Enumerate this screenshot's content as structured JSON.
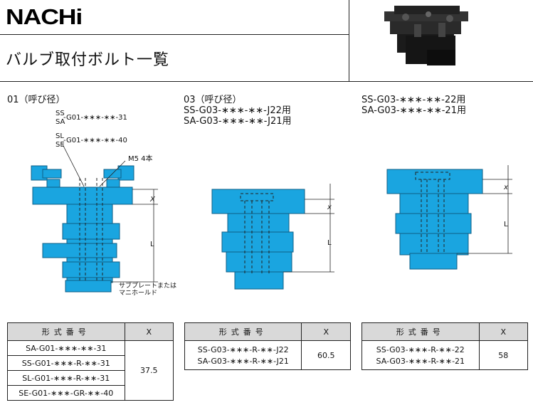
{
  "brand": "NACHi",
  "page_title": "バルブ取付ボルト一覧",
  "sections": [
    {
      "caption": [
        "01（呼び径）"
      ],
      "label_ss": "SS",
      "label_sa": "SA",
      "code_ss": "-G01-∗∗∗-∗∗-31",
      "label_sl": "SL",
      "label_se": "SE",
      "code_sl": "-G01-∗∗∗-∗∗-40",
      "bolt_note": "M5  4本",
      "dim_x": "X",
      "dim_l": "L",
      "subplate_note": [
        "サブプレートまたは",
        "マニホールド"
      ],
      "table": {
        "header_model": "形式番号",
        "header_x": "X",
        "rows": [
          "SA-G01-∗∗∗-∗∗-31",
          "SS-G01-∗∗∗-R-∗∗-31",
          "SL-G01-∗∗∗-R-∗∗-31",
          "SE-G01-∗∗∗-GR-∗∗-40"
        ],
        "x_value": "37.5"
      }
    },
    {
      "caption": [
        "03（呼び径）",
        "SS-G03-∗∗∗-∗∗-J22用",
        "SA-G03-∗∗∗-∗∗-J21用"
      ],
      "dim_x": "x",
      "dim_l": "L",
      "table": {
        "header_model": "形式番号",
        "header_x": "X",
        "rows": [
          "SS-G03-∗∗∗-R-∗∗-J22",
          "SA-G03-∗∗∗-R-∗∗-J21"
        ],
        "x_value": "60.5"
      }
    },
    {
      "caption": [
        "SS-G03-∗∗∗-∗∗-22用",
        "SA-G03-∗∗∗-∗∗-21用"
      ],
      "dim_x": "x",
      "dim_l": "L",
      "table": {
        "header_model": "形式番号",
        "header_x": "X",
        "rows": [
          "SS-G03-∗∗∗-R-∗∗-22",
          "SA-G03-∗∗∗-R-∗∗-21"
        ],
        "x_value": "58"
      }
    }
  ],
  "colors": {
    "valve": "#1aa5e0",
    "valve_edge": "#0f5e86",
    "header_gray": "#d9d9d9"
  }
}
